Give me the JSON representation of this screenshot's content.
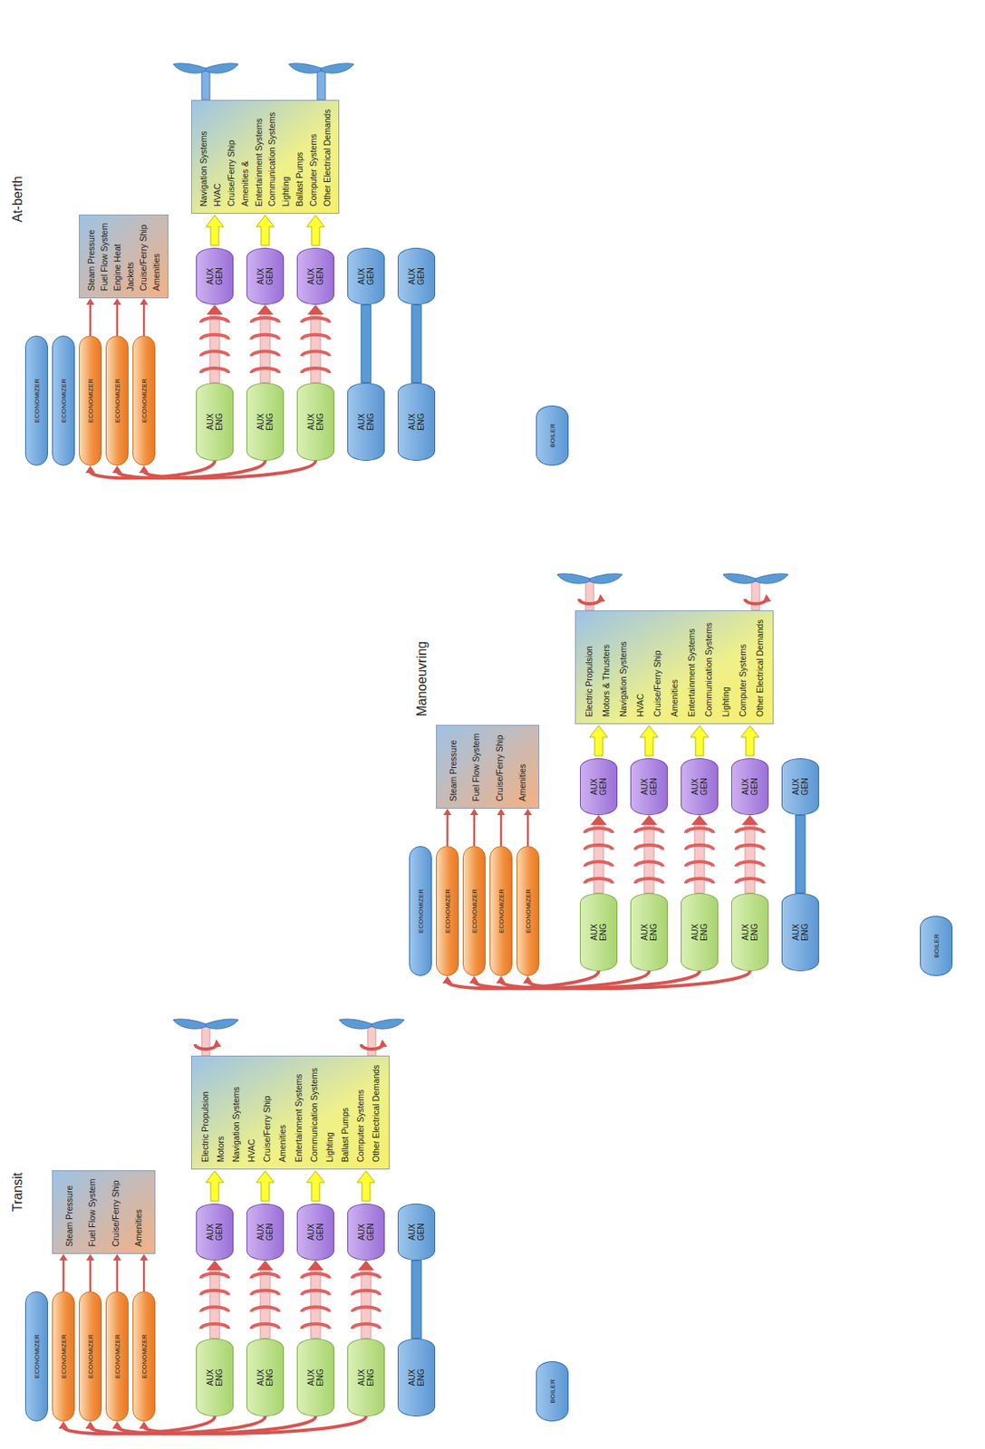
{
  "diagram": {
    "nodes": [
      {
        "text": [
          "ECONOMIZER"
        ]
      },
      {
        "text": [
          "ECONOMIZER"
        ]
      },
      {
        "text": [
          "ECONOMIZER"
        ]
      },
      {
        "text": [
          "ECONOMIZER"
        ]
      },
      {
        "text": [
          "ECONOMIZER"
        ]
      },
      {
        "text": [
          "Steam Pressure",
          "Fuel Flow System",
          "Cruise/Ferry Ship",
          "Amenities"
        ]
      },
      {
        "text": [
          "AUX ENG"
        ]
      },
      {
        "text": [
          "AUX ENG"
        ]
      },
      {
        "text": [
          "AUX ENG"
        ]
      },
      {
        "text": [
          "AUX ENG"
        ]
      },
      {
        "text": [
          "AUX ENG"
        ]
      },
      {
        "text": [
          "AUX GEN"
        ]
      },
      {
        "text": [
          "AUX GEN"
        ]
      },
      {
        "text": [
          "AUX GEN"
        ]
      },
      {
        "text": [
          "AUX GEN"
        ]
      },
      {
        "text": [
          "AUX GEN"
        ]
      },
      {
        "text": [
          "Electric Propulsion",
          "Motors",
          "Navigation Systems",
          "HVAC",
          "Cruise/Ferry Ship",
          "Amenities",
          "Entertainment Systems",
          "Communication Systems",
          "Lighting",
          "Ballast Pumps",
          "Computer Systems",
          "Other Electrical Demands"
        ]
      },
      {
        "text": [
          "BOILER"
        ]
      },
      {
        "text": [
          "ECONOMIZER"
        ]
      },
      {
        "text": [
          "ECONOMIZER"
        ]
      },
      {
        "text": [
          "ECONOMIZER"
        ]
      },
      {
        "text": [
          "ECONOMIZER"
        ]
      },
      {
        "text": [
          "ECONOMIZER"
        ]
      },
      {
        "text": [
          "Steam Pressure",
          "Fuel Flow System",
          "Cruise/Ferry Ship",
          "Amenities"
        ]
      },
      {
        "text": [
          "AUX ENG"
        ]
      },
      {
        "text": [
          "AUX ENG"
        ]
      },
      {
        "text": [
          "AUX ENG"
        ]
      },
      {
        "text": [
          "AUX ENG"
        ]
      },
      {
        "text": [
          "AUX ENG"
        ]
      },
      {
        "text": [
          "AUX GEN"
        ]
      },
      {
        "text": [
          "AUX GEN"
        ]
      },
      {
        "text": [
          "AUX GEN"
        ]
      },
      {
        "text": [
          "AUX GEN"
        ]
      },
      {
        "text": [
          "AUX GEN"
        ]
      },
      {
        "text": [
          "Electric Propulsion",
          "Motors & Thrusters",
          "Navigation Systems",
          "HVAC",
          "Cruise/Ferry Ship",
          "Amenities",
          "Entertainment Systems",
          "Communication Systems",
          "Lighting",
          "Computer Systems",
          "Other Electrical Demands"
        ]
      },
      {
        "text": [
          "BOILER"
        ]
      },
      {
        "text": [
          "ECONOMIZER"
        ]
      },
      {
        "text": [
          "ECONOMIZER"
        ]
      },
      {
        "text": [
          "ECONOMIZER"
        ]
      },
      {
        "text": [
          "ECONOMIZER"
        ]
      },
      {
        "text": [
          "ECONOMIZER"
        ]
      },
      {
        "text": [
          "Steam Pressure",
          "Fuel Flow System",
          "Engine Heat",
          "Jackets",
          "Cruise/Ferry Ship",
          "Amenities"
        ]
      },
      {
        "text": [
          "AUX ENG"
        ]
      },
      {
        "text": [
          "AUX ENG"
        ]
      },
      {
        "text": [
          "AUX ENG"
        ]
      },
      {
        "text": [
          "AUX ENG"
        ]
      },
      {
        "text": [
          "AUX ENG"
        ]
      },
      {
        "text": [
          "AUX GEN"
        ]
      },
      {
        "text": [
          "AUX GEN"
        ]
      },
      {
        "text": [
          "AUX GEN"
        ]
      },
      {
        "text": [
          "AUX GEN"
        ]
      },
      {
        "text": [
          "AUX GEN"
        ]
      },
      {
        "text": [
          "Navigation Systems",
          "HVAC",
          "Cruise/Ferry Ship",
          "Amenities &",
          "Entertainment Systems",
          "Communication Systems",
          "Lighting",
          "Ballast Pumps",
          "Computer Systems",
          "Other Electrical Demands"
        ]
      },
      {
        "text": [
          "BOILER"
        ]
      }
    ],
    "edges": [
      {
        "from": 6,
        "to": 1,
        "arrow": "to"
      },
      {
        "from": 7,
        "to": 2,
        "arrow": "to"
      },
      {
        "from": 8,
        "to": 3,
        "arrow": "to"
      },
      {
        "from": 9,
        "to": 4,
        "arrow": "to"
      },
      {
        "from": 1,
        "to": 5,
        "arrow": "to"
      },
      {
        "from": 2,
        "to": 5,
        "arrow": "to"
      },
      {
        "from": 3,
        "to": 5,
        "arrow": "to"
      },
      {
        "from": 4,
        "to": 5,
        "arrow": "to"
      },
      {
        "from": 6,
        "to": 11,
        "arrow": "to"
      },
      {
        "from": 7,
        "to": 12,
        "arrow": "to"
      },
      {
        "from": 8,
        "to": 13,
        "arrow": "to"
      },
      {
        "from": 9,
        "to": 14,
        "arrow": "to"
      },
      {
        "from": 10,
        "to": 15,
        "arrow": "none"
      },
      {
        "from": 11,
        "to": 16,
        "arrow": "to"
      },
      {
        "from": 12,
        "to": 16,
        "arrow": "to"
      },
      {
        "from": 13,
        "to": 16,
        "arrow": "to"
      },
      {
        "from": 14,
        "to": 16,
        "arrow": "to"
      },
      {
        "from": 24,
        "to": 19,
        "arrow": "to"
      },
      {
        "from": 25,
        "to": 20,
        "arrow": "to"
      },
      {
        "from": 26,
        "to": 21,
        "arrow": "to"
      },
      {
        "from": 27,
        "to": 22,
        "arrow": "to"
      },
      {
        "from": 19,
        "to": 23,
        "arrow": "to"
      },
      {
        "from": 20,
        "to": 23,
        "arrow": "to"
      },
      {
        "from": 21,
        "to": 23,
        "arrow": "to"
      },
      {
        "from": 22,
        "to": 23,
        "arrow": "to"
      },
      {
        "from": 24,
        "to": 29,
        "arrow": "to"
      },
      {
        "from": 25,
        "to": 30,
        "arrow": "to"
      },
      {
        "from": 26,
        "to": 31,
        "arrow": "to"
      },
      {
        "from": 27,
        "to": 32,
        "arrow": "to"
      },
      {
        "from": 28,
        "to": 33,
        "arrow": "none"
      },
      {
        "from": 29,
        "to": 34,
        "arrow": "to"
      },
      {
        "from": 30,
        "to": 34,
        "arrow": "to"
      },
      {
        "from": 31,
        "to": 34,
        "arrow": "to"
      },
      {
        "from": 32,
        "to": 34,
        "arrow": "to"
      },
      {
        "from": 42,
        "to": 38,
        "arrow": "to"
      },
      {
        "from": 43,
        "to": 39,
        "arrow": "to"
      },
      {
        "from": 44,
        "to": 40,
        "arrow": "to"
      },
      {
        "from": 38,
        "to": 41,
        "arrow": "to"
      },
      {
        "from": 39,
        "to": 41,
        "arrow": "to"
      },
      {
        "from": 40,
        "to": 41,
        "arrow": "to"
      },
      {
        "from": 42,
        "to": 47,
        "arrow": "to"
      },
      {
        "from": 43,
        "to": 48,
        "arrow": "to"
      },
      {
        "from": 44,
        "to": 49,
        "arrow": "to"
      },
      {
        "from": 45,
        "to": 50,
        "arrow": "none"
      },
      {
        "from": 46,
        "to": 51,
        "arrow": "none"
      },
      {
        "from": 47,
        "to": 52,
        "arrow": "to"
      },
      {
        "from": 48,
        "to": 52,
        "arrow": "to"
      },
      {
        "from": 49,
        "to": 52,
        "arrow": "to"
      }
    ],
    "labels": [
      "Transit",
      "Manoeuvring",
      "At-berth"
    ]
  }
}
